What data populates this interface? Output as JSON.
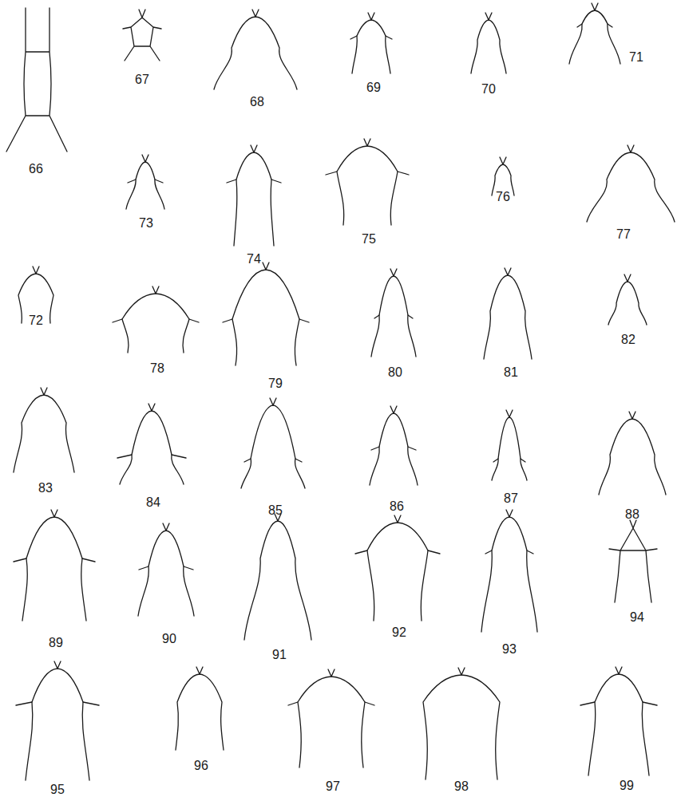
{
  "diagram": {
    "labels": [
      "66",
      "67",
      "68",
      "69",
      "70",
      "71",
      "72",
      "73",
      "74",
      "75",
      "76",
      "77",
      "78",
      "79",
      "80",
      "81",
      "82",
      "83",
      "84",
      "85",
      "86",
      "87",
      "88",
      "89",
      "90",
      "91",
      "92",
      "93",
      "94",
      "95",
      "96",
      "97",
      "98",
      "99"
    ]
  }
}
